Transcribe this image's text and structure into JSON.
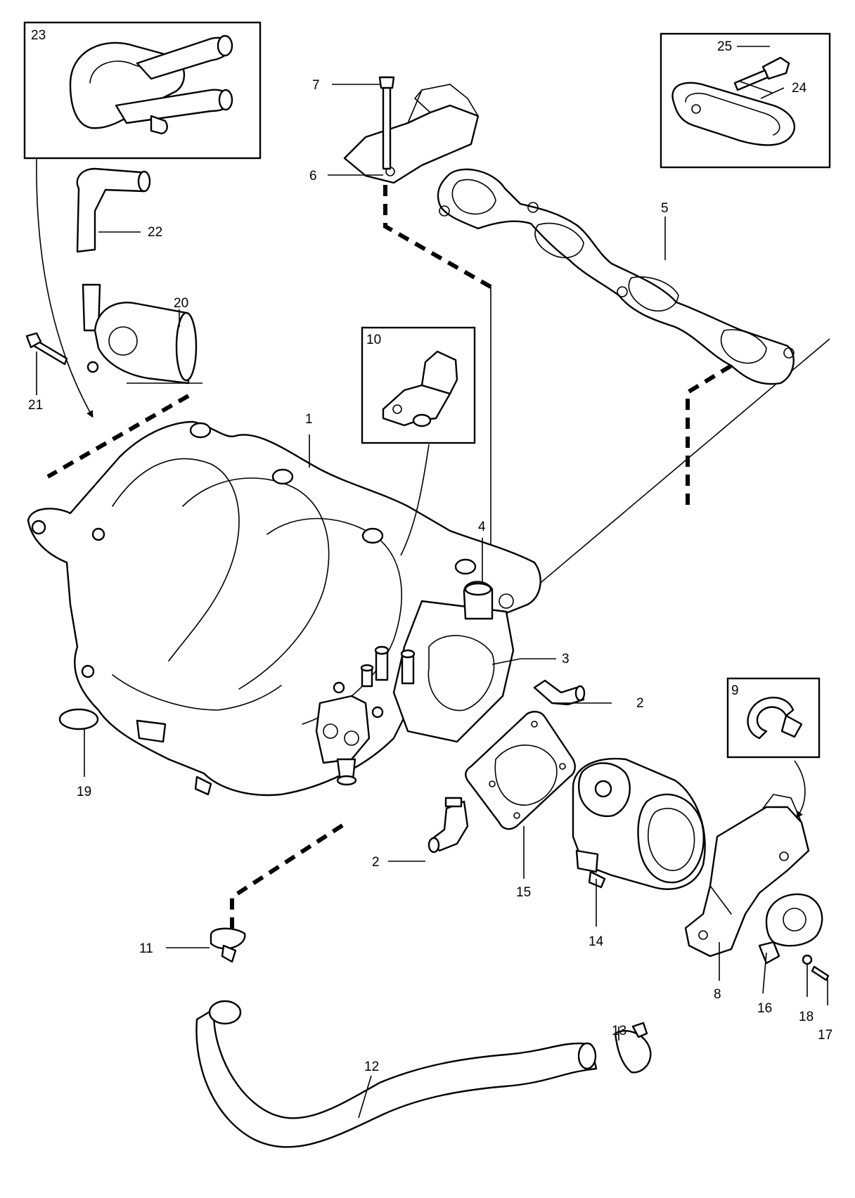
{
  "callouts": [
    "1",
    "2",
    "2",
    "3",
    "4",
    "5",
    "6",
    "7",
    "8",
    "9",
    "10",
    "11",
    "12",
    "13",
    "14",
    "15",
    "16",
    "17",
    "18",
    "19",
    "20",
    "21",
    "22",
    "23",
    "24",
    "25"
  ]
}
